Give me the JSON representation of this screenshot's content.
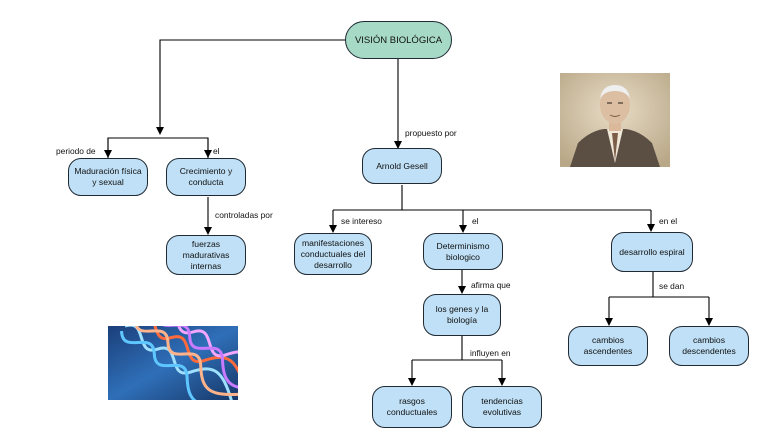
{
  "colors": {
    "node_fill": "#bfe0f6",
    "root_fill": "#a6d9c6",
    "line": "#000000"
  },
  "nodes": {
    "root": "VISIÓN BIOLÓGICA",
    "maduracion": "Maduración física y sexual",
    "crecimiento": "Crecimiento y conducta",
    "fuerzas": "fuerzas madurativas internas",
    "gesell": "Arnold Gesell",
    "manifestaciones": "manifestaciones conductuales del desarrollo",
    "determinismo": "Determinismo biologico",
    "espiral": "desarrollo espiral",
    "genes": "los genes y la biología",
    "ascendentes": "cambios ascendentes",
    "descendentes": "cambios descendentes",
    "rasgos": "rasgos conductuales",
    "tendencias": "tendencias evolutivas"
  },
  "edge_labels": {
    "periodo": "periodo de",
    "el_crecimiento": "el",
    "controladas": "controladas por",
    "propuesto": "propuesto por",
    "interes": "se intereso",
    "el_determinismo": "el",
    "en_el": "en el",
    "afirma": "afirma que",
    "se_dan": "se dan",
    "influyen": "influyen en"
  },
  "images": {
    "portrait": "portrait-photo",
    "dna": "dna-helix-image"
  }
}
